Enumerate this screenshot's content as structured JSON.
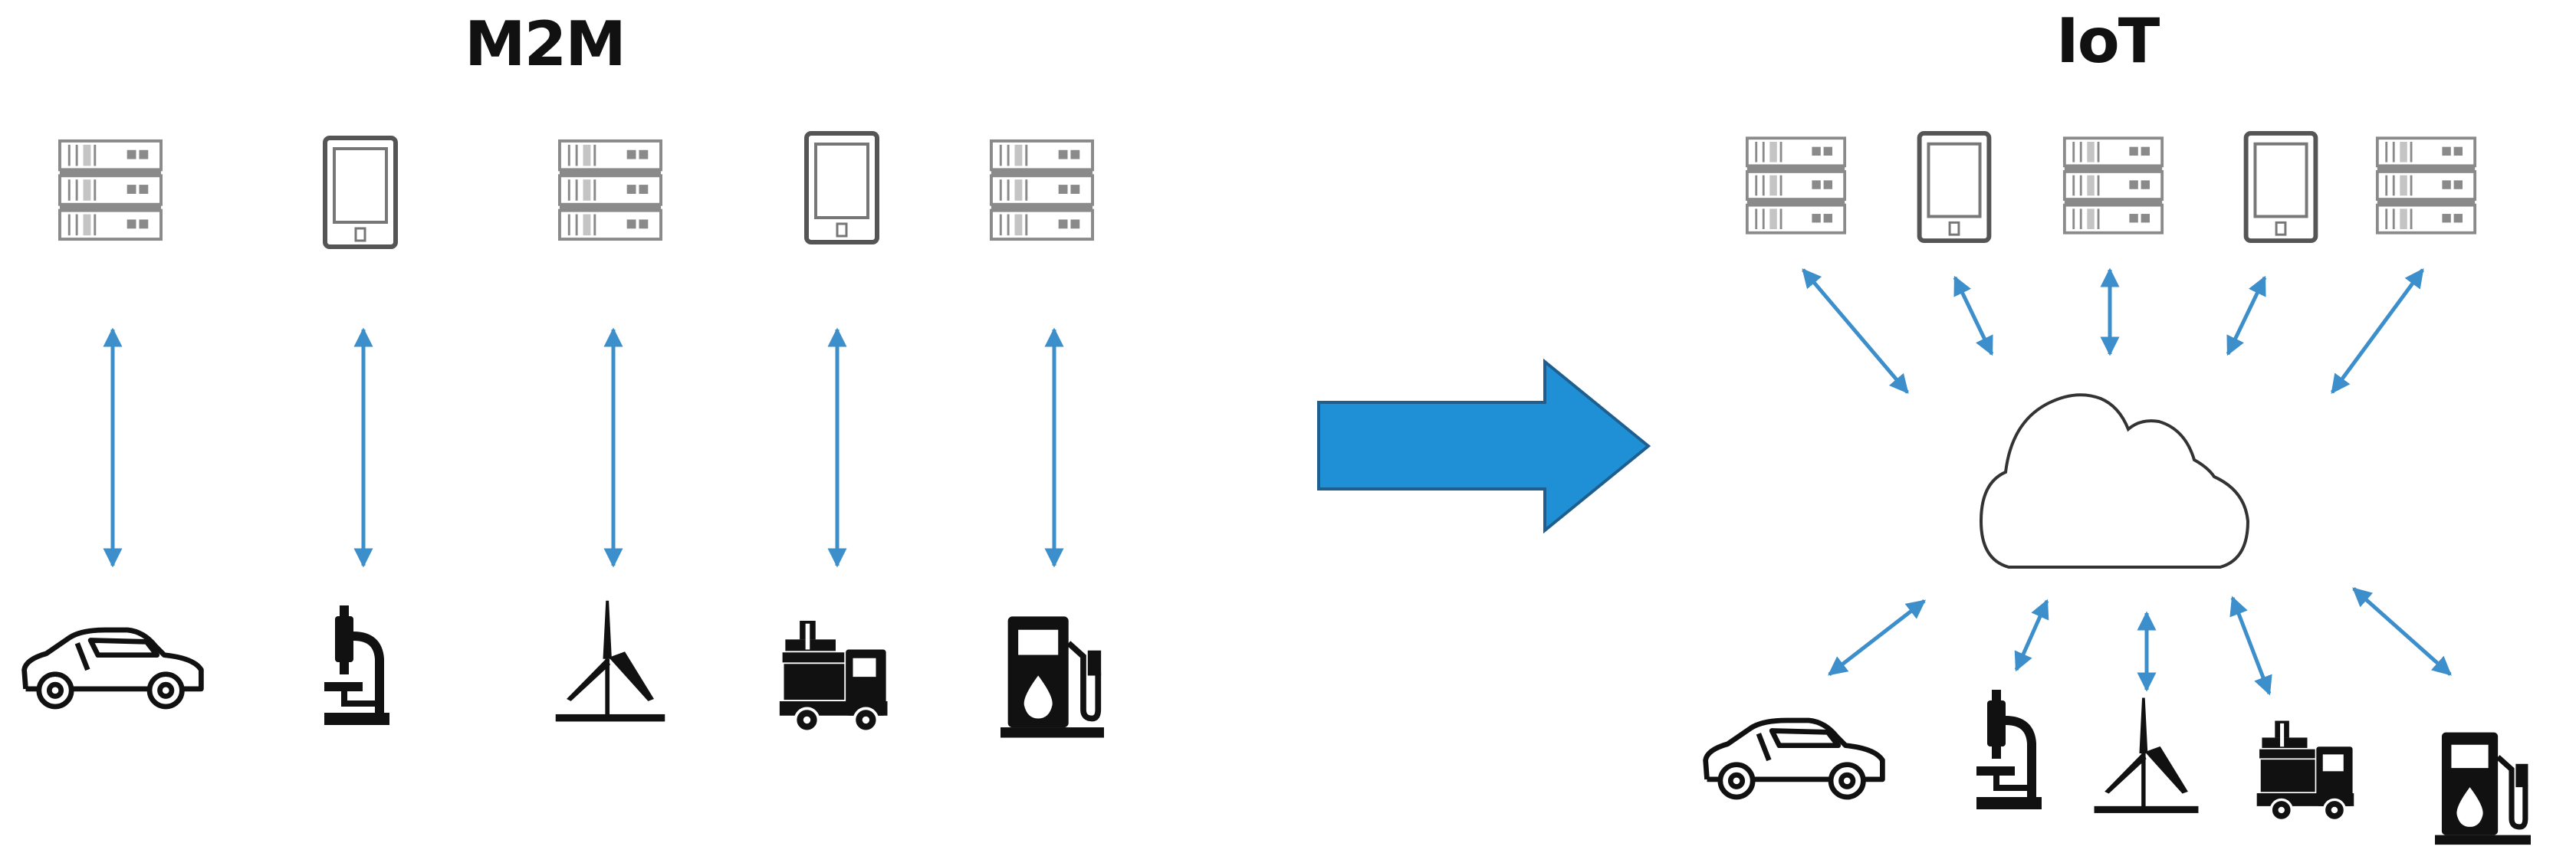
{
  "diagram": {
    "left_panel": {
      "title": "M2M",
      "top_devices": [
        "server-icon",
        "tablet-icon",
        "server-icon",
        "tablet-icon",
        "server-icon"
      ],
      "bottom_devices": [
        "car-icon",
        "microscope-icon",
        "wind-turbine-icon",
        "truck-icon",
        "fuel-pump-icon"
      ],
      "connections": "one-to-one bidirectional vertical arrows"
    },
    "transition_arrow": {
      "direction": "right",
      "color": "#1f8fd6"
    },
    "right_panel": {
      "title": "IoT",
      "top_devices": [
        "server-icon",
        "tablet-icon",
        "server-icon",
        "tablet-icon",
        "server-icon"
      ],
      "hub": "cloud-icon",
      "bottom_devices": [
        "car-icon",
        "microscope-icon",
        "wind-turbine-icon",
        "truck-icon",
        "fuel-pump-icon"
      ],
      "connections": "all devices bidirectionally connected to cloud"
    },
    "colors": {
      "connector": "#3d8fcc",
      "big_arrow": "#1f8fd6",
      "big_arrow_border": "#1f5f8f",
      "device_gray": "#8a8a8a",
      "device_black": "#111111"
    }
  }
}
